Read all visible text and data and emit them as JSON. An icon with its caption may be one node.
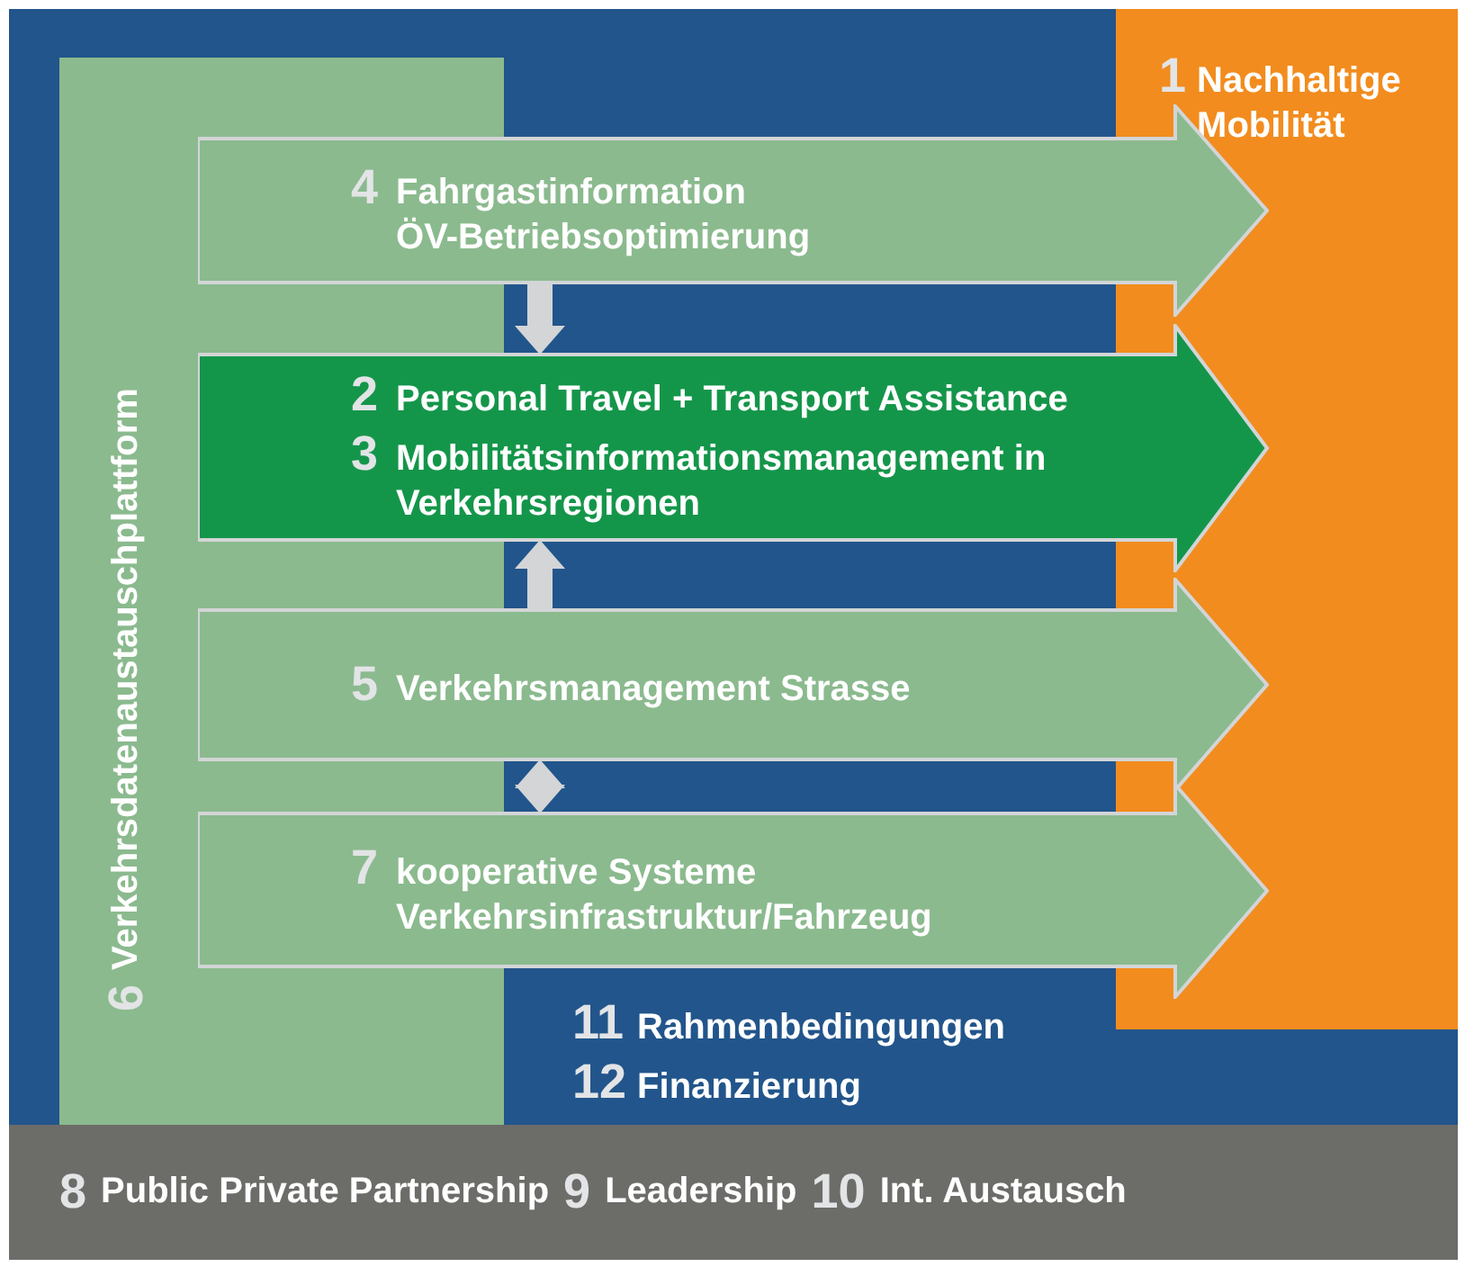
{
  "diagram": {
    "nodes": [
      {
        "text": [
          "11",
          "Rahmenbedingungen",
          "12",
          "Finanzierung"
        ]
      },
      {
        "text": [
          "1",
          "Nachhaltige Mobilität"
        ]
      },
      {
        "text": [
          "6",
          "Verkehrsdatenaustauschplattform"
        ]
      },
      {
        "text": [
          "4",
          "Fahrgastinformation ÖV-Betriebsoptimierung"
        ]
      },
      {
        "text": [
          "2",
          "Personal Travel + Transport Assistance",
          "3",
          "Mobilitätsinformationsmanagement in Verkehrsregionen"
        ]
      },
      {
        "text": [
          "5",
          "Verkehrsmanagement Strasse"
        ]
      },
      {
        "text": [
          "7",
          "kooperative Systeme Verkehrsinfrastruktur/Fahrzeug"
        ]
      },
      {
        "text": [
          "8",
          "Public Private Partnership",
          "9",
          "Leadership",
          "10",
          "Int. Austausch"
        ]
      }
    ],
    "edges": [
      {
        "from": 3,
        "to": 4,
        "arrow": "to"
      },
      {
        "from": 5,
        "to": 4,
        "arrow": "to"
      },
      {
        "from": 5,
        "to": 6,
        "arrow": "both"
      }
    ]
  }
}
